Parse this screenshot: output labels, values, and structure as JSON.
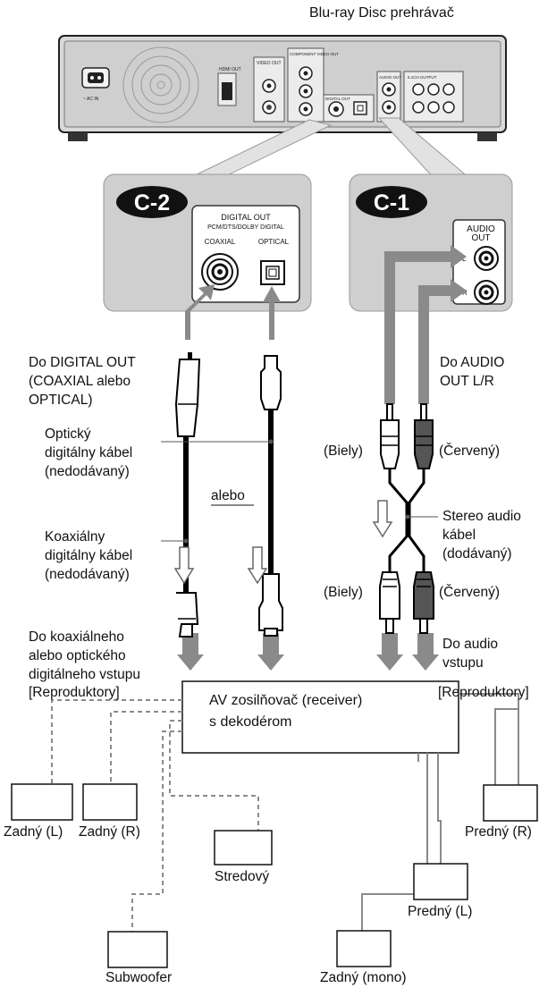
{
  "device_title": "Blu-ray Disc prehrávač",
  "player_panel": {
    "ac_in": "~ AC IN",
    "hdmi": "HDMI OUT",
    "video_out": "VIDEO OUT",
    "component_out": "COMPONENT VIDEO OUT",
    "digital_out_small": "DIGITAL OUT",
    "audio_out_small": "AUDIO OUT",
    "ch51_out": "5.1CH OUTPUT"
  },
  "callout_c2": {
    "badge": "C-2",
    "panel_title": "DIGITAL OUT",
    "panel_sub": "PCM/DTS/DOLBY DIGITAL",
    "coaxial": "COAXIAL",
    "optical": "OPTICAL"
  },
  "callout_c1": {
    "badge": "C-1",
    "panel_title_1": "AUDIO",
    "panel_title_2": "OUT",
    "l": "L",
    "r": "R"
  },
  "labels": {
    "to_digital_out": [
      "Do DIGITAL OUT",
      "(COAXIAL alebo",
      "OPTICAL)"
    ],
    "to_audio_out": [
      "Do AUDIO",
      "OUT L/R"
    ],
    "white_top": "(Biely)",
    "red_top": "(Červený)",
    "optical_cable": [
      "Optický",
      "digitálny kábel",
      "(nedodávaný)"
    ],
    "or": "alebo",
    "stereo_cable": [
      "Stereo audio",
      "kábel",
      "(dodávaný)"
    ],
    "coaxial_cable": [
      "Koaxiálny",
      "digitálny kábel",
      "(nedodávaný)"
    ],
    "white_bottom": "(Biely)",
    "red_bottom": "(Červený)",
    "to_digital_input": [
      "Do koaxiálneho",
      "alebo optického",
      "digitálneho vstupu"
    ],
    "to_audio_input": [
      "Do audio",
      "vstupu"
    ],
    "speakers_left": "[Reproduktory]",
    "speakers_right": "[Reproduktory]"
  },
  "receiver": [
    "AV zosilňovač (receiver)",
    "s dekodérom"
  ],
  "speakers": {
    "rear_l": "Zadný (L)",
    "rear_r": "Zadný (R)",
    "center": "Stredový",
    "subwoofer": "Subwoofer",
    "rear_mono": "Zadný (mono)",
    "front_l": "Predný (L)",
    "front_r": "Predný (R)"
  },
  "colors": {
    "panel_gray": "#d0d0d0",
    "arrow_gray": "#8a8a8a",
    "badge_black": "#111111",
    "cable_black": "#000000",
    "red_plug": "#555555",
    "dashed_line": "#8a8a8a"
  }
}
